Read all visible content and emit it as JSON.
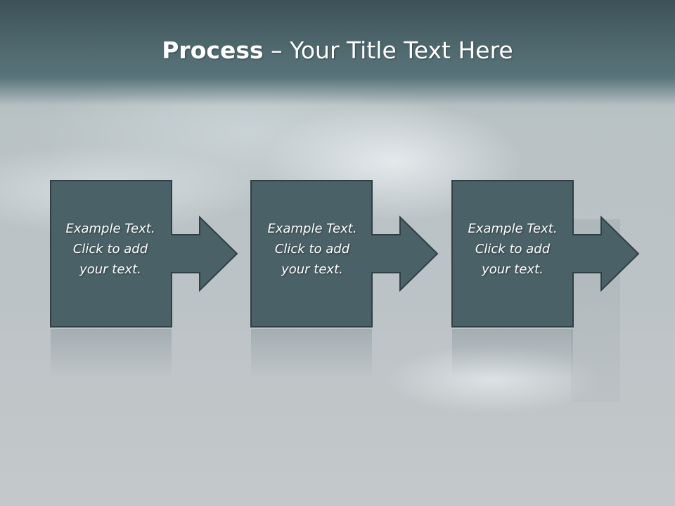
{
  "slide": {
    "title_bold": "Process",
    "title_rest": " – Your Title Text Here"
  },
  "steps": [
    {
      "line1": "Example Text.",
      "line2": "Click  to add",
      "line3": "your text."
    },
    {
      "line1": "Example Text.",
      "line2": "Click  to add",
      "line3": "your text."
    },
    {
      "line1": "Example Text.",
      "line2": "Click  to add",
      "line3": "your text."
    }
  ],
  "colors": {
    "box_fill": "#4a6167",
    "box_stroke": "#2f4045",
    "title_text": "#ffffff"
  }
}
